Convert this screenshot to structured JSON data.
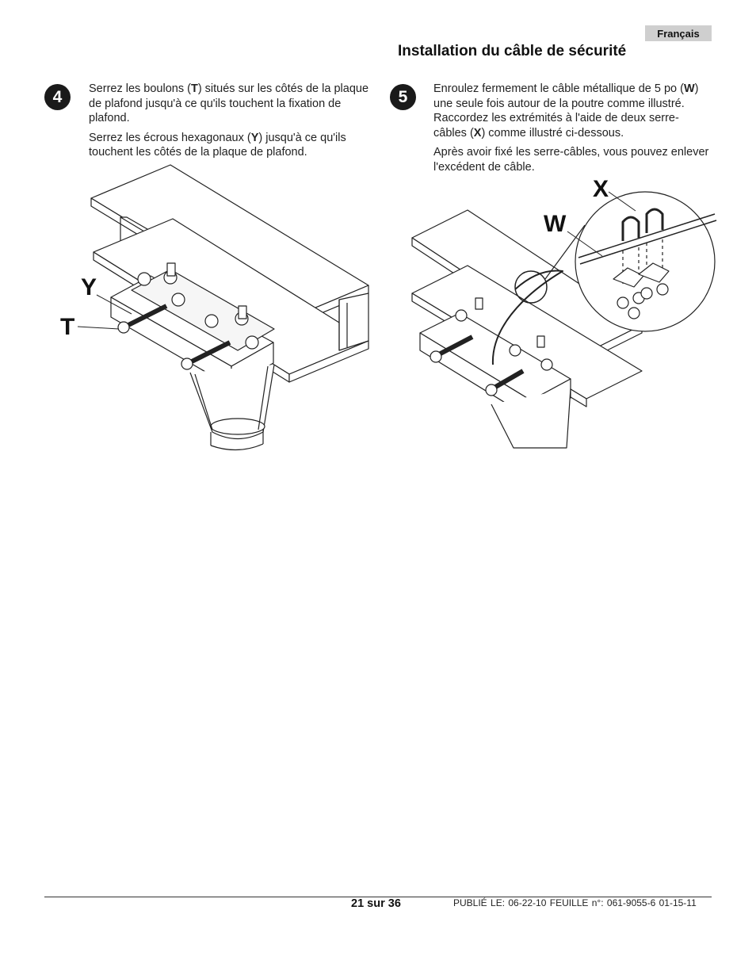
{
  "header": {
    "language": "Français",
    "title": "Installation du câble de sécurité"
  },
  "steps": [
    {
      "number": "4",
      "paragraphs": [
        {
          "before": "Serrez les boulons (",
          "bold": "T",
          "after": ") situés sur les côtés de la plaque de plafond jusqu'à ce qu'ils touchent la fixation de plafond."
        },
        {
          "before": "Serrez les écrous hexagonaux (",
          "bold": "Y",
          "after": ") jusqu'à ce qu'ils touchent les côtés de la plaque de plafond."
        }
      ],
      "labels": {
        "y": "Y",
        "t": "T"
      }
    },
    {
      "number": "5",
      "paragraphs": [
        {
          "before": "Enroulez fermement le câble métallique de 5 po (",
          "bold": "W",
          "after": ") une seule fois autour de la poutre comme illustré. Raccordez les extrémités à l'aide de deux serre-câbles (",
          "bold2": "X",
          "after2": ") comme illustré ci-dessous."
        },
        {
          "before": "Après avoir fixé les serre-câbles, vous pouvez enlever l'excédent de câble."
        }
      ],
      "labels": {
        "x": "X",
        "w": "W"
      }
    }
  ],
  "footer": {
    "page": "21 sur 36",
    "published": "PUBLIÉ LE:  06-22-10   FEUILLE n°: 061-9055-6  01-15-11"
  }
}
